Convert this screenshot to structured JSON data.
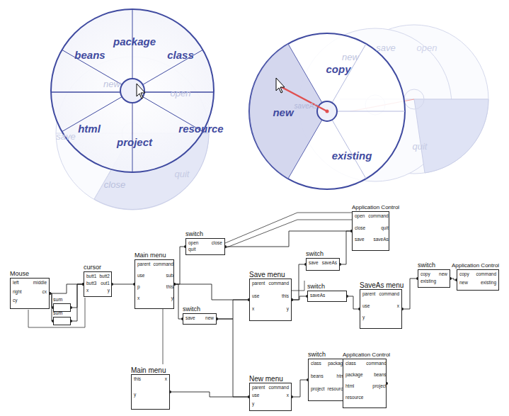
{
  "diagram": {
    "nodes": [
      {
        "text": [
          "Mouse",
          "left",
          "middle",
          "right",
          "cx",
          "cy"
        ]
      },
      {
        "text": [
          "sum"
        ]
      },
      {
        "text": [
          "sum"
        ]
      },
      {
        "text": [
          "cursor",
          "butt1",
          "butt2",
          "butt3",
          "out1",
          "x",
          "y"
        ]
      },
      {
        "text": [
          "Main menu",
          "parent",
          "command",
          "use",
          "sub",
          "p",
          "this",
          "x",
          "y"
        ]
      },
      {
        "text": [
          "switch",
          "open",
          "close",
          "quit"
        ]
      },
      {
        "text": [
          "Application Control",
          "open",
          "command",
          "close",
          "quit",
          "save",
          "saveAs"
        ]
      },
      {
        "text": [
          "switch",
          "save",
          "saveAs"
        ]
      },
      {
        "text": [
          "Save menu",
          "parent",
          "command",
          "use",
          "this",
          "x",
          "y"
        ]
      },
      {
        "text": [
          "switch",
          "saveAs"
        ]
      },
      {
        "text": [
          "SaveAs menu",
          "parent",
          "command",
          "use",
          "x",
          "y"
        ]
      },
      {
        "text": [
          "switch",
          "copy",
          "new",
          "existing"
        ]
      },
      {
        "text": [
          "Application Control",
          "copy",
          "command",
          "new",
          "existing"
        ]
      },
      {
        "text": [
          "switch",
          "save",
          "new"
        ]
      },
      {
        "text": [
          "Main menu",
          "this",
          "x",
          "y"
        ]
      },
      {
        "text": [
          "New menu",
          "parent",
          "command",
          "use",
          "x",
          "y"
        ]
      },
      {
        "text": [
          "switch",
          "class",
          "package",
          "beans",
          "html",
          "project",
          "resource"
        ]
      },
      {
        "text": [
          "Application Control",
          "class",
          "command",
          "package",
          "beans",
          "html",
          "project",
          "resource"
        ]
      }
    ],
    "edges": [
      {
        "from": 0,
        "to": 3,
        "arrow": "none"
      },
      {
        "from": 0,
        "to": 1,
        "arrow": "none"
      },
      {
        "from": 0,
        "to": 2,
        "arrow": "none"
      },
      {
        "from": 1,
        "to": 3,
        "arrow": "none"
      },
      {
        "from": 2,
        "to": 3,
        "arrow": "none"
      },
      {
        "from": 3,
        "to": 4,
        "arrow": "none"
      },
      {
        "from": 4,
        "to": 5,
        "arrow": "none"
      },
      {
        "from": 5,
        "to": 6,
        "arrow": "none"
      },
      {
        "from": 4,
        "to": 13,
        "arrow": "none"
      },
      {
        "from": 4,
        "to": 8,
        "arrow": "none"
      },
      {
        "from": 13,
        "to": 8,
        "arrow": "none"
      },
      {
        "from": 13,
        "to": 15,
        "arrow": "none"
      },
      {
        "from": 8,
        "to": 7,
        "arrow": "none"
      },
      {
        "from": 7,
        "to": 6,
        "arrow": "none"
      },
      {
        "from": 8,
        "to": 9,
        "arrow": "none"
      },
      {
        "from": 9,
        "to": 10,
        "arrow": "none"
      },
      {
        "from": 10,
        "to": 11,
        "arrow": "none"
      },
      {
        "from": 11,
        "to": 12,
        "arrow": "none"
      },
      {
        "from": 14,
        "to": 15,
        "arrow": "none"
      },
      {
        "from": 15,
        "to": 16,
        "arrow": "none"
      },
      {
        "from": 16,
        "to": 17,
        "arrow": "none"
      }
    ],
    "labels": [
      "package",
      "beans",
      "class",
      "new",
      "open",
      "html",
      "project",
      "resource",
      "save",
      "close",
      "quit",
      "new",
      "save",
      "open",
      "copy",
      "new",
      "saveAs",
      "existing",
      "quit"
    ]
  }
}
